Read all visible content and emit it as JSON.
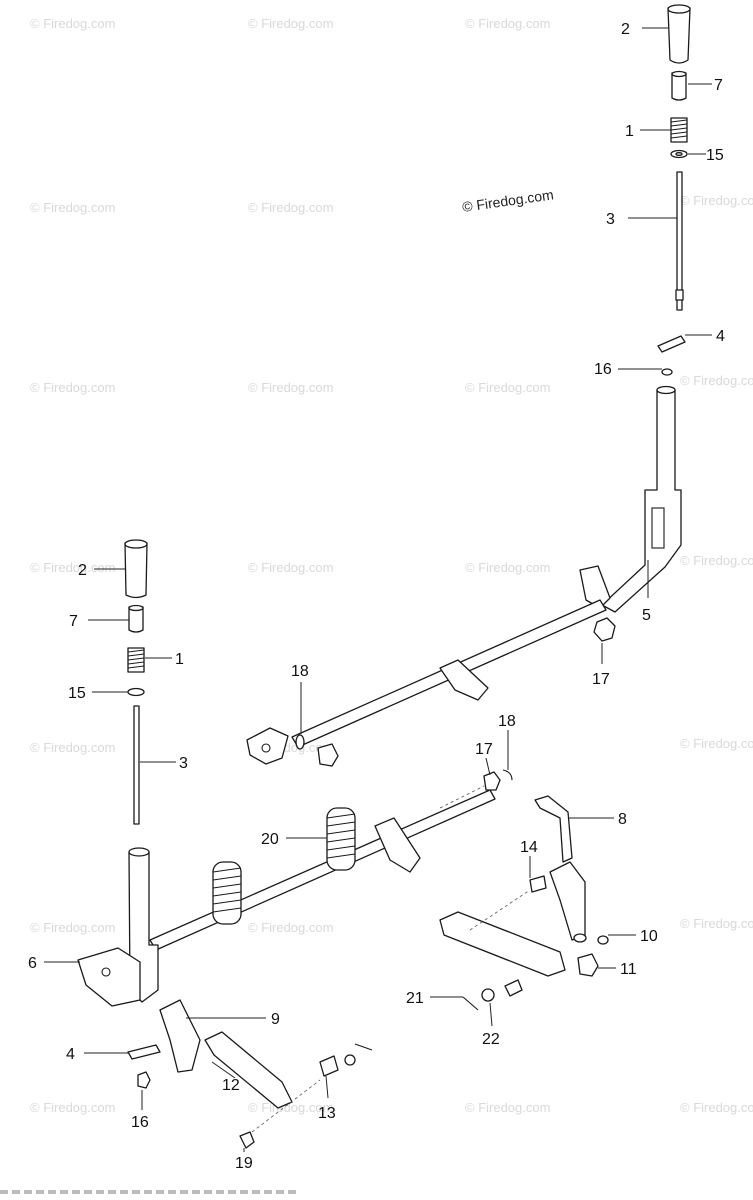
{
  "watermark": "© Firedog.com",
  "callouts": [
    {
      "id": "c2a",
      "label": "2"
    },
    {
      "id": "c7a",
      "label": "7"
    },
    {
      "id": "c1a",
      "label": "1"
    },
    {
      "id": "c15a",
      "label": "15"
    },
    {
      "id": "c3a",
      "label": "3"
    },
    {
      "id": "c4a",
      "label": "4"
    },
    {
      "id": "c16a",
      "label": "16"
    },
    {
      "id": "c5",
      "label": "5"
    },
    {
      "id": "c17a",
      "label": "17"
    },
    {
      "id": "c2b",
      "label": "2"
    },
    {
      "id": "c7b",
      "label": "7"
    },
    {
      "id": "c1b",
      "label": "1"
    },
    {
      "id": "c15b",
      "label": "15"
    },
    {
      "id": "c3b",
      "label": "3"
    },
    {
      "id": "c18a",
      "label": "18"
    },
    {
      "id": "c18b",
      "label": "18"
    },
    {
      "id": "c17b",
      "label": "17"
    },
    {
      "id": "c20",
      "label": "20"
    },
    {
      "id": "c8",
      "label": "8"
    },
    {
      "id": "c14",
      "label": "14"
    },
    {
      "id": "c6",
      "label": "6"
    },
    {
      "id": "c10",
      "label": "10"
    },
    {
      "id": "c11",
      "label": "11"
    },
    {
      "id": "c9",
      "label": "9"
    },
    {
      "id": "c21",
      "label": "21"
    },
    {
      "id": "c22",
      "label": "22"
    },
    {
      "id": "c4b",
      "label": "4"
    },
    {
      "id": "c12",
      "label": "12"
    },
    {
      "id": "c13",
      "label": "13"
    },
    {
      "id": "c16b",
      "label": "16"
    },
    {
      "id": "c19",
      "label": "19"
    }
  ]
}
